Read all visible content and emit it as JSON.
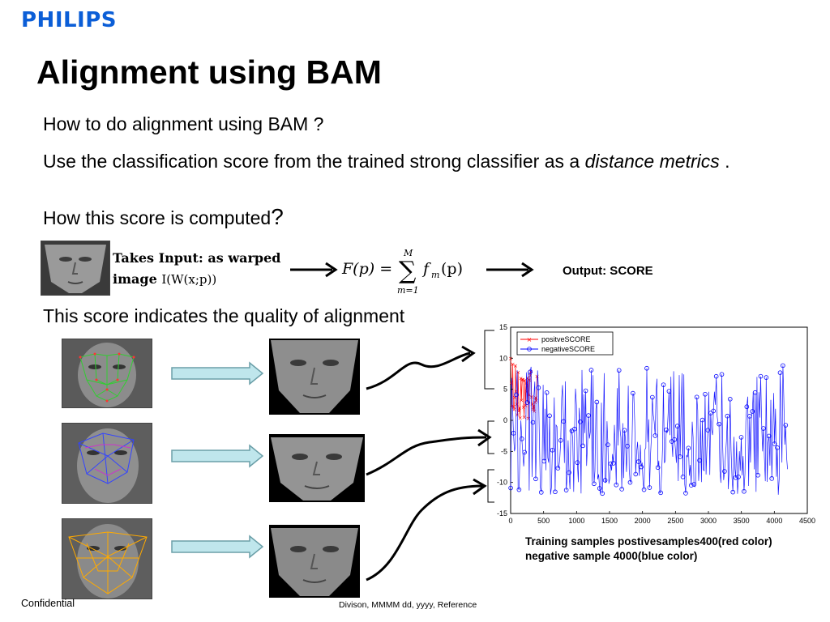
{
  "brand": {
    "logo_text": "PHILIPS",
    "color": "#0b5ed7"
  },
  "slide": {
    "title": "Alignment using BAM",
    "question": "How to do alignment using BAM ?",
    "answer_prefix": "Use the classification score from the trained strong classifier as a ",
    "answer_em": "distance metrics",
    "answer_suffix": " .",
    "how_text": "How this score is computed",
    "how_mark": "?",
    "quality_text": "This score indicates the quality of alignment"
  },
  "pipeline": {
    "input_label_line1": "Takes Input: as warped",
    "input_label_line2": "image",
    "input_math": "I(W(x;p))",
    "formula": {
      "lhs": "F(p) =",
      "sum_upper": "M",
      "sum_lower": "m=1",
      "term": "f",
      "term_sub": "m",
      "term_arg": "(p)"
    },
    "output_label": "Output: SCORE"
  },
  "chart_data": {
    "type": "line",
    "series": [
      {
        "name": "positveSCORE",
        "color": "#ff0000",
        "x_range": [
          1,
          400
        ],
        "y_center": 5,
        "y_spread": [
          0,
          10.5
        ]
      },
      {
        "name": "negativeSCORE",
        "color": "#0000ff",
        "x_range": [
          1,
          4200
        ],
        "y_center": -3,
        "y_spread": [
          -12,
          9
        ]
      }
    ],
    "xlim": [
      0,
      4500
    ],
    "ylim": [
      -15,
      15
    ],
    "x_ticks": [
      "0",
      "500",
      "1000",
      "1500",
      "2000",
      "2500",
      "3000",
      "3500",
      "4000",
      "4500"
    ],
    "y_ticks": [
      "15",
      "10",
      "5",
      "0",
      "-5",
      "-10",
      "-15"
    ],
    "legend_position": "top-left",
    "grid": false,
    "caption": "Training samples postivesamples400(red color) negative sample 4000(blue color)"
  },
  "footer": {
    "left": "Confidential",
    "center": "Divison, MMMM dd, yyyy, Reference"
  }
}
